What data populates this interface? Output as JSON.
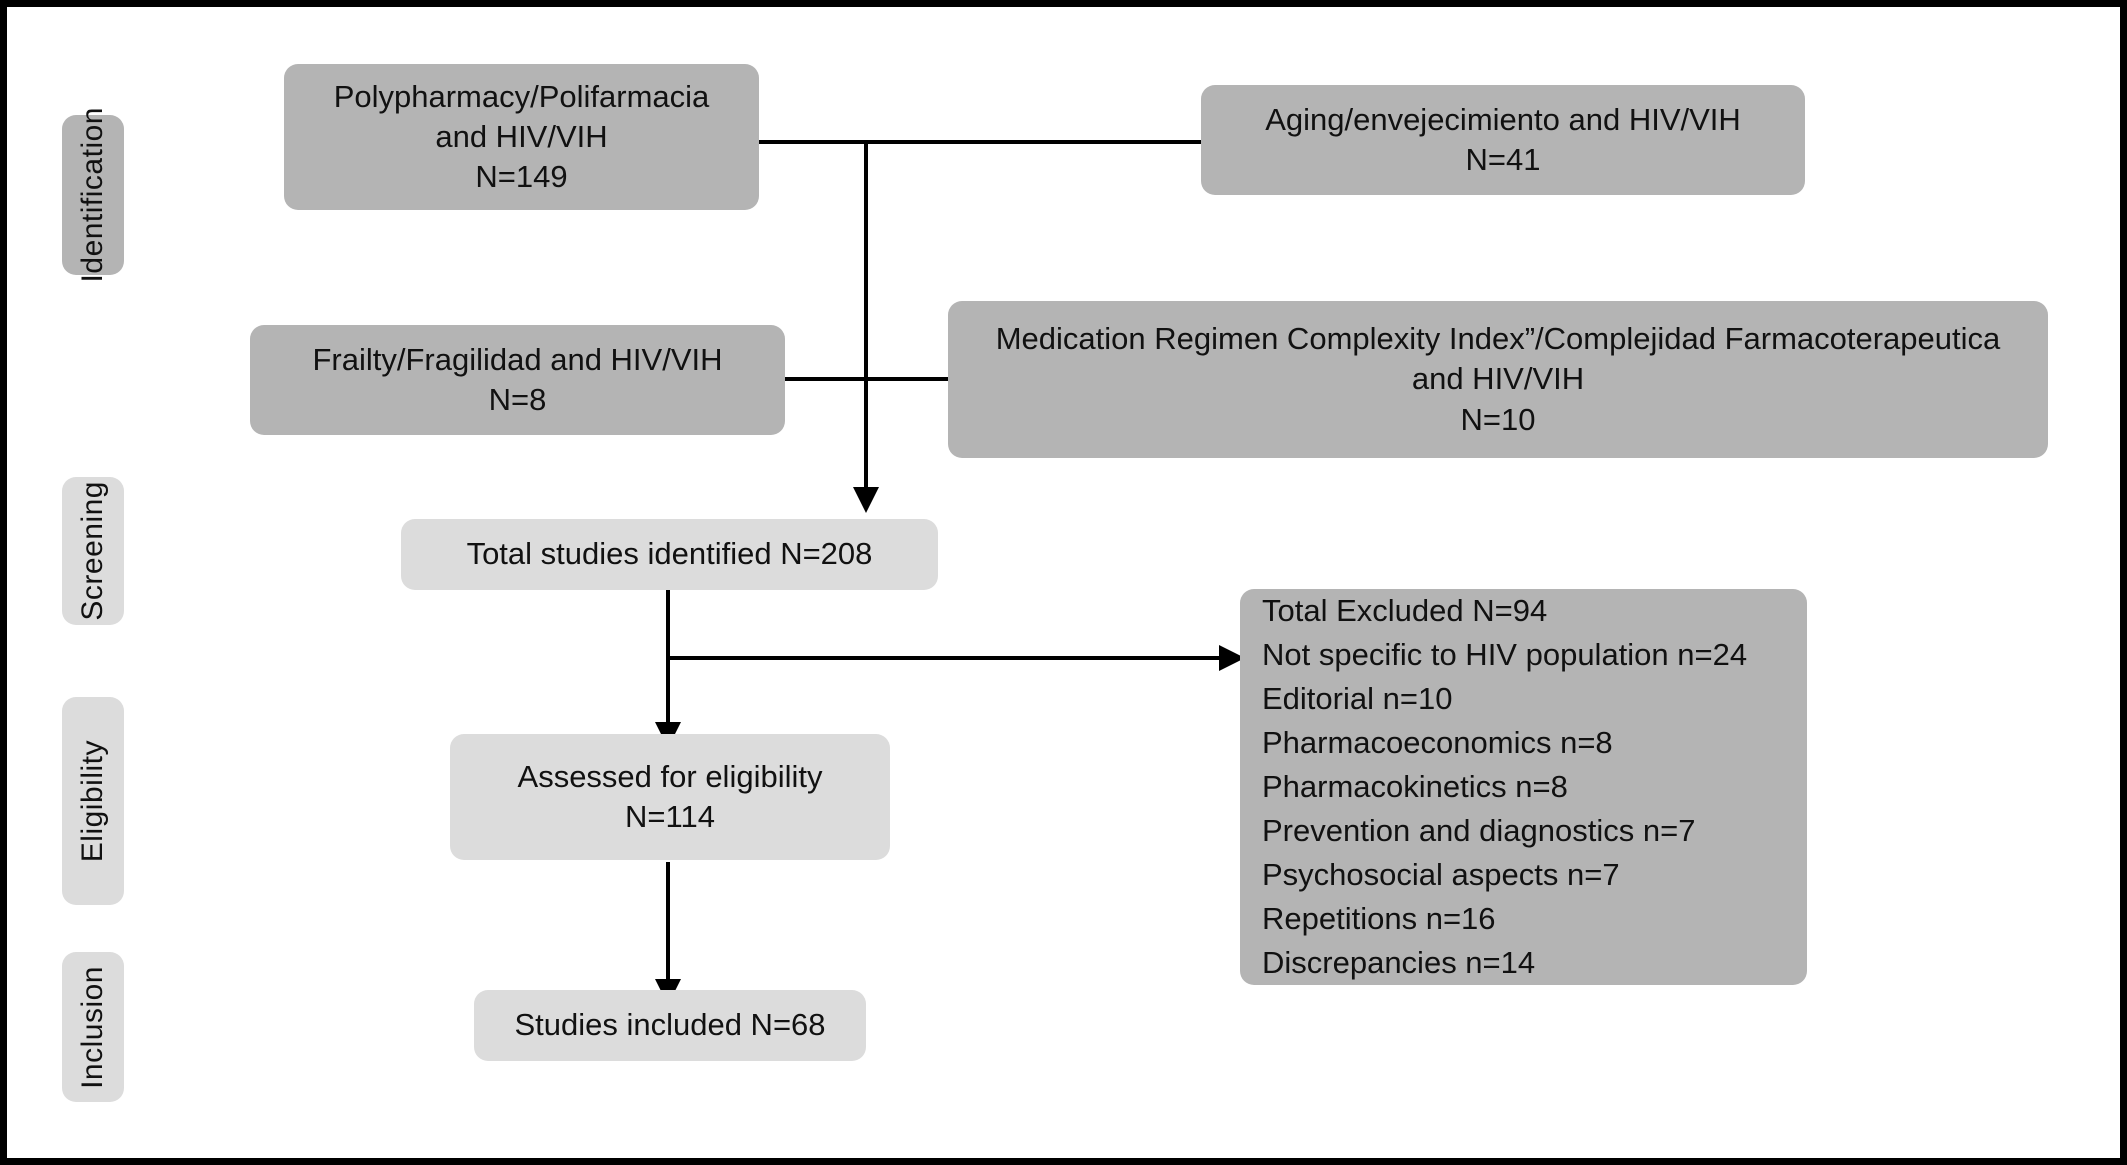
{
  "diagram": {
    "title": "PRISMA study selection flow diagram",
    "frame_border_color": "#000000",
    "background_color": "#ffffff",
    "box_color_dark": "#b4b4b4",
    "box_color_light": "#dcdcdc",
    "connector_color": "#000000"
  },
  "stages": [
    {
      "id": "identification",
      "label": "Identification",
      "shade": "dark"
    },
    {
      "id": "screening",
      "label": "Screening",
      "shade": "light"
    },
    {
      "id": "eligibility",
      "label": "Eligibility",
      "shade": "light"
    },
    {
      "id": "inclusion",
      "label": "Inclusion",
      "shade": "light"
    }
  ],
  "boxes": {
    "polypharmacy": {
      "id": "polypharmacy",
      "shade": "dark",
      "lines": [
        "Polypharmacy/Polifarmacia",
        "and HIV/VIH",
        "N=149"
      ],
      "count": 149
    },
    "aging": {
      "id": "aging",
      "shade": "dark",
      "lines": [
        "Aging/envejecimiento and HIV/VIH",
        "N=41"
      ],
      "count": 41
    },
    "frailty": {
      "id": "frailty",
      "shade": "dark",
      "lines": [
        "Frailty/Fragilidad and HIV/VIH",
        "N=8"
      ],
      "count": 8
    },
    "mrci": {
      "id": "medication-regimen-complexity-index",
      "shade": "dark",
      "lines": [
        "Medication Regimen Complexity Index”/Complejidad Farmacoterapeutica",
        "and HIV/VIH",
        "N=10"
      ],
      "count": 10
    },
    "total_identified": {
      "id": "total-studies-identified",
      "shade": "light",
      "lines": [
        "Total studies identified N=208"
      ],
      "count": 208
    },
    "assessed": {
      "id": "assessed-for-eligibility",
      "shade": "light",
      "lines": [
        "Assessed for eligibility",
        "N=114"
      ],
      "count": 114
    },
    "included": {
      "id": "studies-included",
      "shade": "light",
      "lines": [
        "Studies included N=68"
      ],
      "count": 68
    },
    "excluded": {
      "id": "total-excluded",
      "shade": "dark",
      "lines": [
        "Total Excluded N=94",
        "Not specific to HIV population n=24",
        "Editorial n=10",
        "Pharmacoeconomics n=8",
        "Pharmacokinetics n=8",
        "Prevention and diagnostics n=7",
        "Psychosocial aspects n=7",
        "Repetitions n=16",
        "Discrepancies n=14"
      ],
      "count": 94
    }
  }
}
